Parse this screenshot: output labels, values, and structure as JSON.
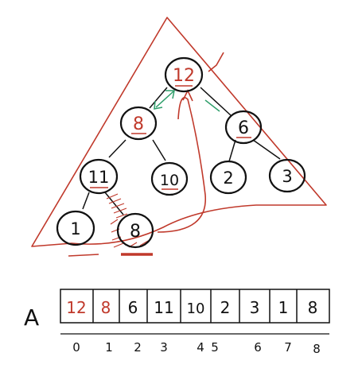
{
  "tree": {
    "nodes": [
      {
        "id": "n0",
        "label": "12",
        "label_color": "#c0392b"
      },
      {
        "id": "n1",
        "label": "8",
        "label_color": "#c0392b"
      },
      {
        "id": "n2",
        "label": "6",
        "label_color": "#111111"
      },
      {
        "id": "n3",
        "label": "11",
        "label_color": "#111111"
      },
      {
        "id": "n4",
        "label": "10",
        "label_color": "#111111"
      },
      {
        "id": "n5",
        "label": "2",
        "label_color": "#111111"
      },
      {
        "id": "n6",
        "label": "3",
        "label_color": "#111111"
      },
      {
        "id": "n7",
        "label": "1",
        "label_color": "#111111"
      },
      {
        "id": "n8",
        "label": "8",
        "label_color": "#111111"
      }
    ]
  },
  "array": {
    "name": "A",
    "cells": [
      "12",
      "8",
      "6",
      "11",
      "10",
      "2",
      "3",
      "1",
      "8"
    ],
    "indices": [
      "0",
      "1",
      "2",
      "3",
      "4",
      "5",
      "6",
      "7",
      "8"
    ],
    "highlight_color": "#c0392b"
  },
  "colors": {
    "ink": "#111111",
    "outline": "#c0392b",
    "swap_arrow": "#2e9e6a"
  }
}
